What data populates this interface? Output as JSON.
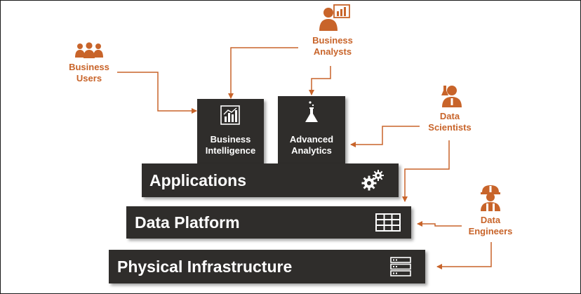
{
  "colors": {
    "accent": "#c8642a",
    "block_fill": "#2f2d2b",
    "block_text": "#ffffff",
    "connector": "#c8642a"
  },
  "layers": {
    "applications": "Applications",
    "data_platform": "Data Platform",
    "physical_infrastructure": "Physical Infrastructure"
  },
  "towers": {
    "business_intelligence": "Business\nIntelligence",
    "advanced_analytics": "Advanced\nAnalytics"
  },
  "personas": {
    "business_users": "Business\nUsers",
    "business_analysts": "Business\nAnalysts",
    "data_scientists": "Data\nScientists",
    "data_engineers": "Data\nEngineers"
  },
  "icons": {
    "business_users": "people-group-icon",
    "business_analysts": "analyst-chart-icon",
    "data_scientists": "scientist-icon",
    "data_engineers": "engineer-hardhat-icon",
    "business_intelligence": "bar-chart-icon",
    "advanced_analytics": "flask-icon",
    "applications": "gears-icon",
    "data_platform": "table-grid-icon",
    "physical_infrastructure": "server-rack-icon"
  }
}
